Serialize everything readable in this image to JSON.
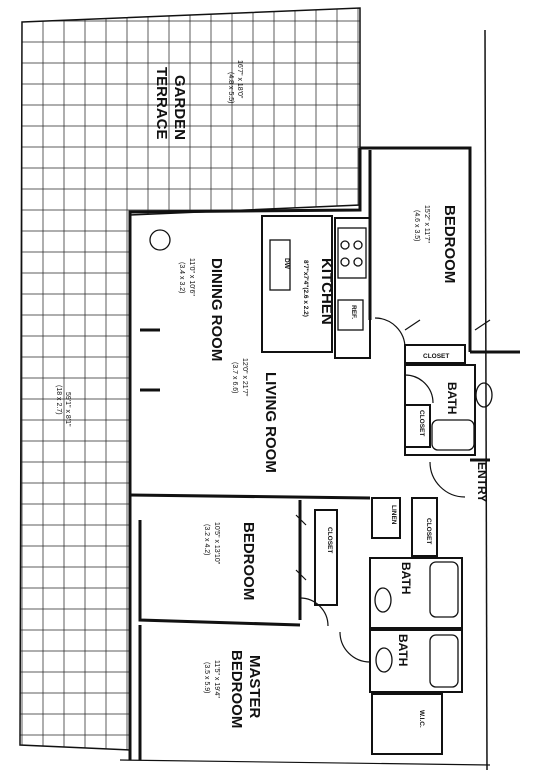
{
  "terrace": {
    "label_line1": "GARDEN",
    "label_line2": "TERRACE",
    "dims_ft": "16'7\" x 18'0\"",
    "dims_m": "(4.8 x 5.5)",
    "dims2_ft": "59'1\" x 8'1\"",
    "dims2_m": "(18 x 2.7)"
  },
  "rooms": {
    "bedroom": {
      "name": "BEDROOM",
      "dims_ft": "15'2\" x 11'7\"",
      "dims_m": "(4.6 x 3.5)"
    },
    "kitchen": {
      "name": "KITCHEN",
      "dims_ft": "8'7\"x7'4\"(2.6 x 2.2)"
    },
    "dining": {
      "name": "DINING ROOM",
      "dims_ft": "11'0\" x 10'6\"",
      "dims_m": "(3.4 x 3.2)"
    },
    "living": {
      "name": "LIVING ROOM",
      "dims_ft": "12'0\" x 21'7\"",
      "dims_m": "(3.7 x 6.6)"
    },
    "bedroom2": {
      "name": "BEDROOM",
      "dims_ft": "10'5\" x 13'10\"",
      "dims_m": "(3.2 x 4.2)"
    },
    "master": {
      "name_line1": "MASTER",
      "name_line2": "BEDROOM",
      "dims_ft": "11'5\" x 19'4\"",
      "dims_m": "(3.5 x 5.9)"
    }
  },
  "labels": {
    "closet_top": "CLOSET",
    "bath_top": "BATH",
    "closet_small": "CLOSET",
    "entry": "ENTRY",
    "linen": "LINEN",
    "closet_hall": "CLOSET",
    "closet_bed2": "CLOSET",
    "bath_mid": "BATH",
    "bath_low": "BATH",
    "wic": "W.I.C.",
    "dw": "DW",
    "ref": "REF."
  }
}
